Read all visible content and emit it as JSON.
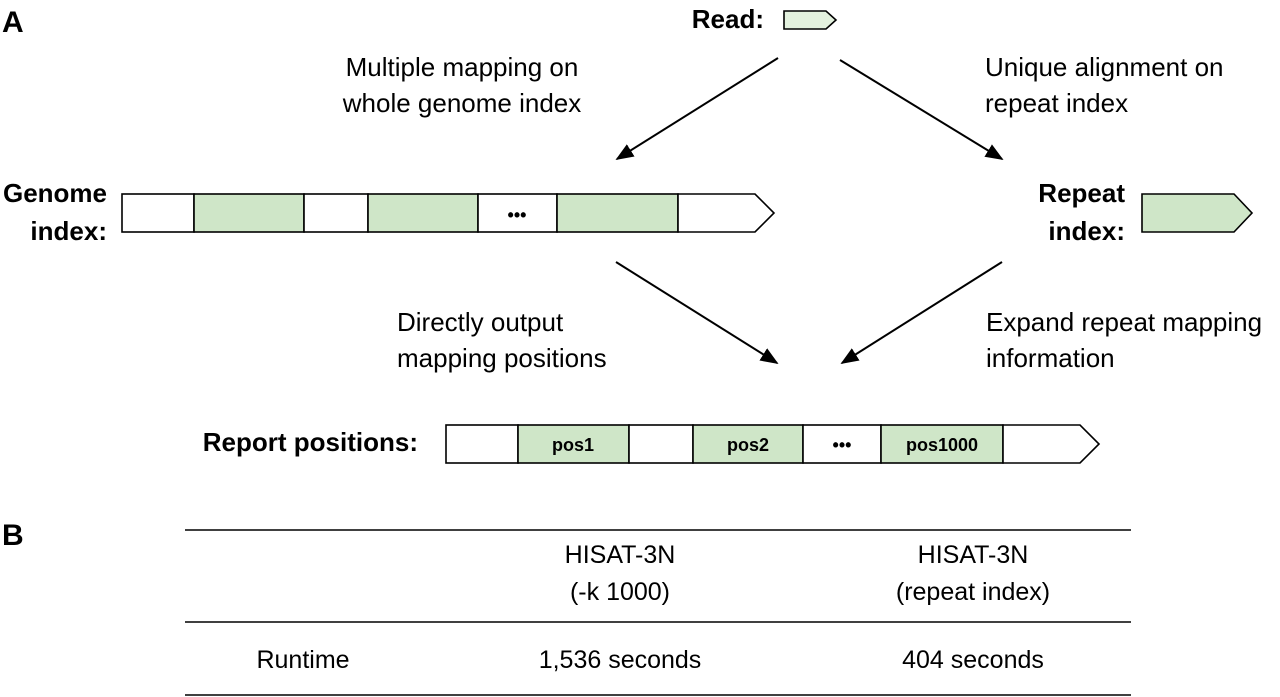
{
  "panel_a_label": "A",
  "panel_b_label": "B",
  "read": {
    "label": "Read:"
  },
  "steps": {
    "multi_line1": "Multiple mapping on",
    "multi_line2": "whole genome index",
    "unique_line1": "Unique alignment on",
    "unique_line2": "repeat index",
    "direct_line1": "Directly output",
    "direct_line2": "mapping positions",
    "expand_line1": "Expand repeat mapping",
    "expand_line2": "information"
  },
  "genome_index": {
    "label_line1": "Genome",
    "label_line2": "index:",
    "ellipsis": "•••"
  },
  "repeat_index": {
    "label_line1": "Repeat",
    "label_line2": "index:"
  },
  "report": {
    "label": "Report positions:",
    "pos1": "pos1",
    "pos2": "pos2",
    "ellipsis": "•••",
    "pos1000": "pos1000"
  },
  "table": {
    "col1_line1": "HISAT-3N",
    "col1_line2": "(-k 1000)",
    "col2_line1": "HISAT-3N",
    "col2_line2": "(repeat index)",
    "row_label": "Runtime",
    "row_val1": "1,536 seconds",
    "row_val2": "404 seconds"
  },
  "colors": {
    "segment_green": "#cfe6c8",
    "read_green": "#e3f1de"
  }
}
